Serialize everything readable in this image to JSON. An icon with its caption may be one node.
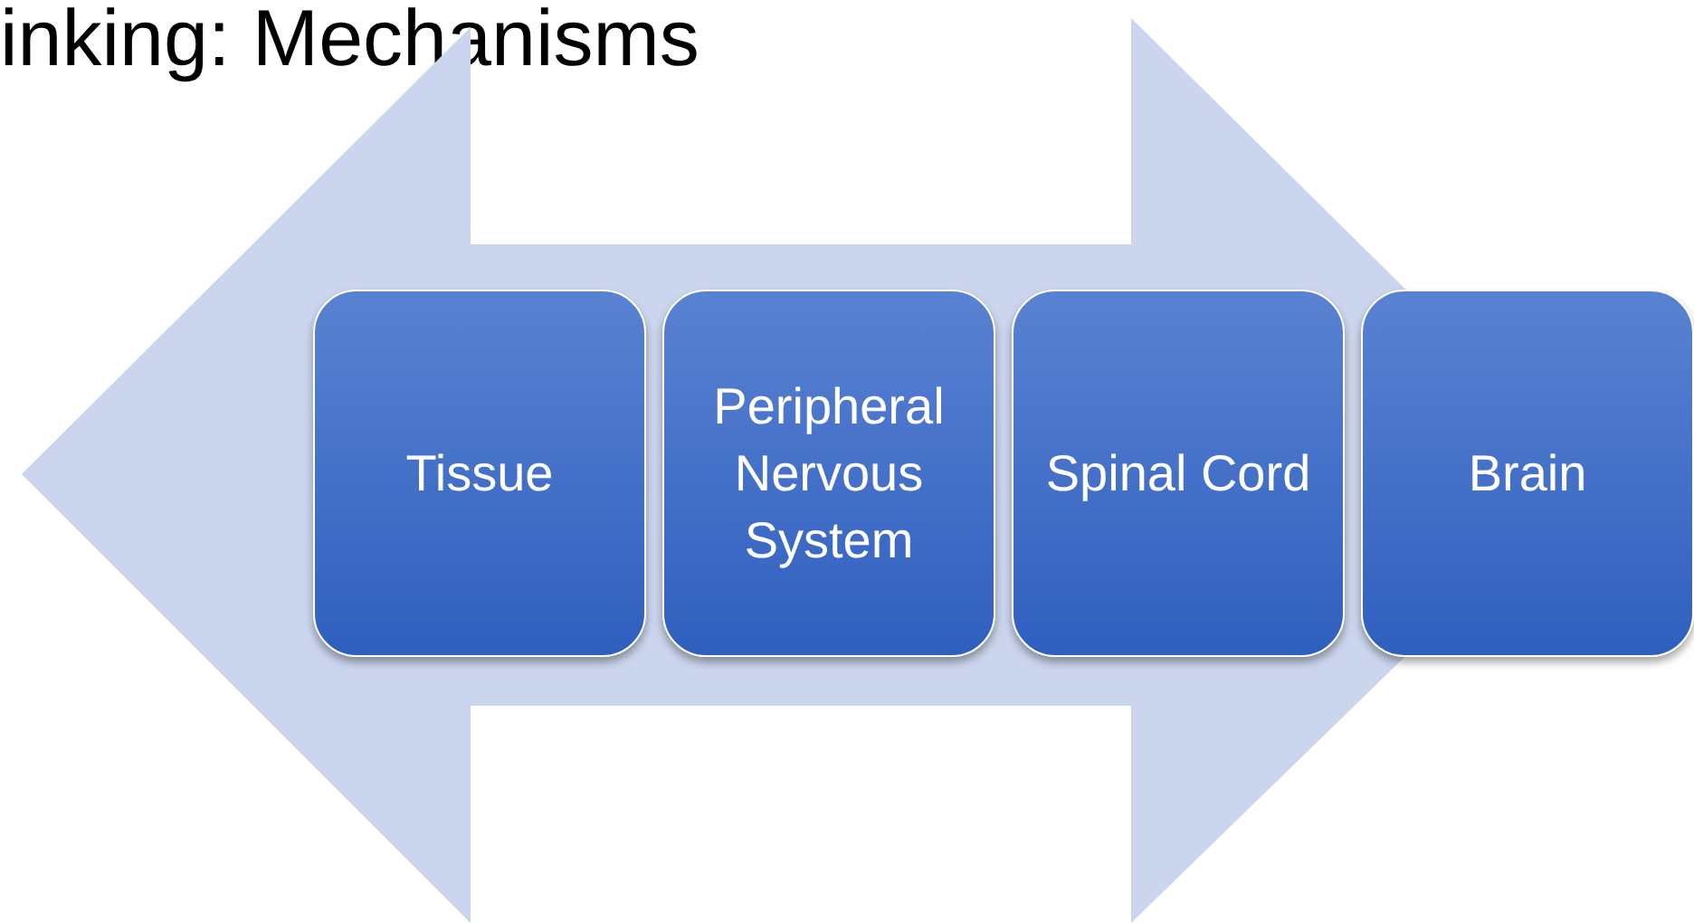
{
  "diagram": {
    "title": "inking: Mechanisms",
    "nodes": [
      {
        "text": [
          "Tissue"
        ]
      },
      {
        "text": [
          "Peripheral Nervous System"
        ]
      },
      {
        "text": [
          "Spinal Cord"
        ]
      },
      {
        "text": [
          "Brain"
        ]
      }
    ],
    "edges": []
  }
}
